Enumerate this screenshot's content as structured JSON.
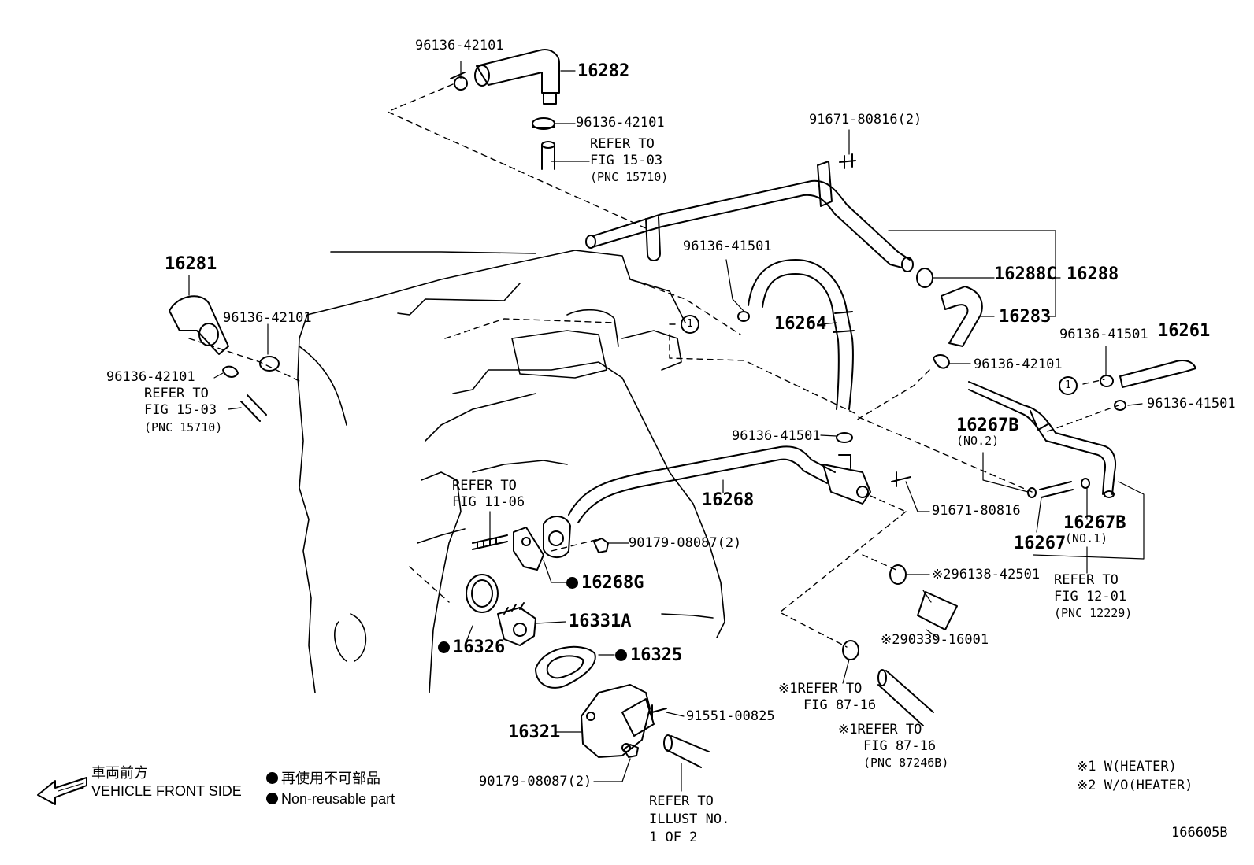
{
  "parts": {
    "p16282": "16282",
    "p96136_42101_top": "96136-42101",
    "p96136_42101_top2": "96136-42101",
    "ref_fig1503_top": "REFER TO",
    "ref_fig1503_top_fig": "FIG 15-03",
    "ref_fig1503_top_pnc": "(PNC 15710)",
    "p91671_80816_2": "91671-80816(2)",
    "p16281": "16281",
    "p96136_42101_left": "96136-42101",
    "p96136_42101_left2": "96136-42101",
    "ref_fig1503_left": "REFER TO",
    "ref_fig1503_left_fig": "FIG 15-03",
    "ref_fig1503_left_pnc": "(PNC 15710)",
    "p96136_41501_mid": "96136-41501",
    "p16264": "16264",
    "p16288C": "16288C",
    "p16288": "16288",
    "p16283": "16283",
    "p96136_42101_right": "96136-42101",
    "p96136_41501_right": "96136-41501",
    "p16261": "16261",
    "p96136_41501_far": "96136-41501",
    "p16267B_no2": "16267B",
    "no2": "(NO.2)",
    "p96136_41501_low": "96136-41501",
    "p16268": "16268",
    "p91671_80816": "91671-80816",
    "p16267B_no1": "16267B",
    "no1": "(NO.1)",
    "p16267": "16267",
    "ref_fig1201": "REFER TO",
    "ref_fig1201_fig": "FIG 12-01",
    "ref_fig1201_pnc": "(PNC 12229)",
    "ref_fig1106": "REFER TO",
    "ref_fig1106_fig": "FIG 11-06",
    "p90179_08087_2a": "90179-08087(2)",
    "p16268G": "16268G",
    "p16331A": "16331A",
    "p16326": "16326",
    "p16325": "16325",
    "p96138_42501": "※296138-42501",
    "p90339_16001": "※290339-16001",
    "ref_fig8716_a": "※1REFER TO",
    "ref_fig8716_a_fig": "FIG 87-16",
    "ref_fig8716_b": "※1REFER TO",
    "ref_fig8716_b_fig": "FIG 87-16",
    "ref_fig8716_b_pnc": "(PNC 87246B)",
    "p16321": "16321",
    "p91551_00825": "91551-00825",
    "p90179_08087_2b": "90179-08087(2)",
    "ref_illust": "REFER TO",
    "ref_illust2": "ILLUST NO.",
    "ref_illust3": "1 OF 2",
    "circle_1a": "1",
    "circle_1b": "1"
  },
  "legend": {
    "front_jp": "車両前方",
    "front_en": "VEHICLE FRONT SIDE",
    "nonreuse_jp": "再使用不可部品",
    "nonreuse_en": "Non-reusable part",
    "note1": "※1 W(HEATER)",
    "note2": "※2 W/O(HEATER)"
  },
  "figure_id": "166605B"
}
